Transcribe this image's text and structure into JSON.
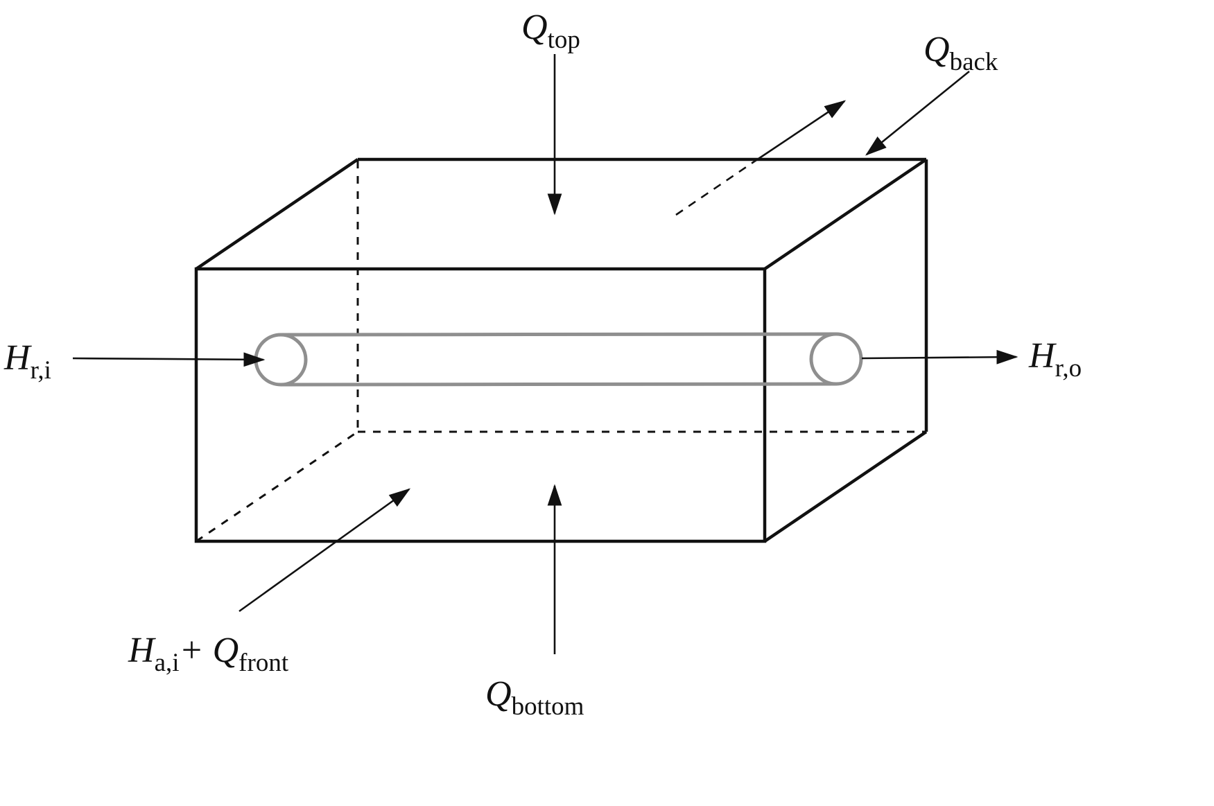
{
  "figure": {
    "background": "#ffffff",
    "stroke_color": "#111111",
    "cylinder_color": "#8f8f8f"
  },
  "labels": {
    "q_top": {
      "main": "Q",
      "sub": "top"
    },
    "q_back": {
      "main": "Q",
      "sub": "back"
    },
    "h_r_i": {
      "main": "H",
      "sub": "r,i"
    },
    "h_r_o": {
      "main": "H",
      "sub": "r,o"
    },
    "h_front": {
      "main1": "H",
      "sub1": "a,i",
      "main2": "+ Q",
      "sub2": "front"
    },
    "q_bottom": {
      "main": "Q",
      "sub": "bottom"
    }
  }
}
